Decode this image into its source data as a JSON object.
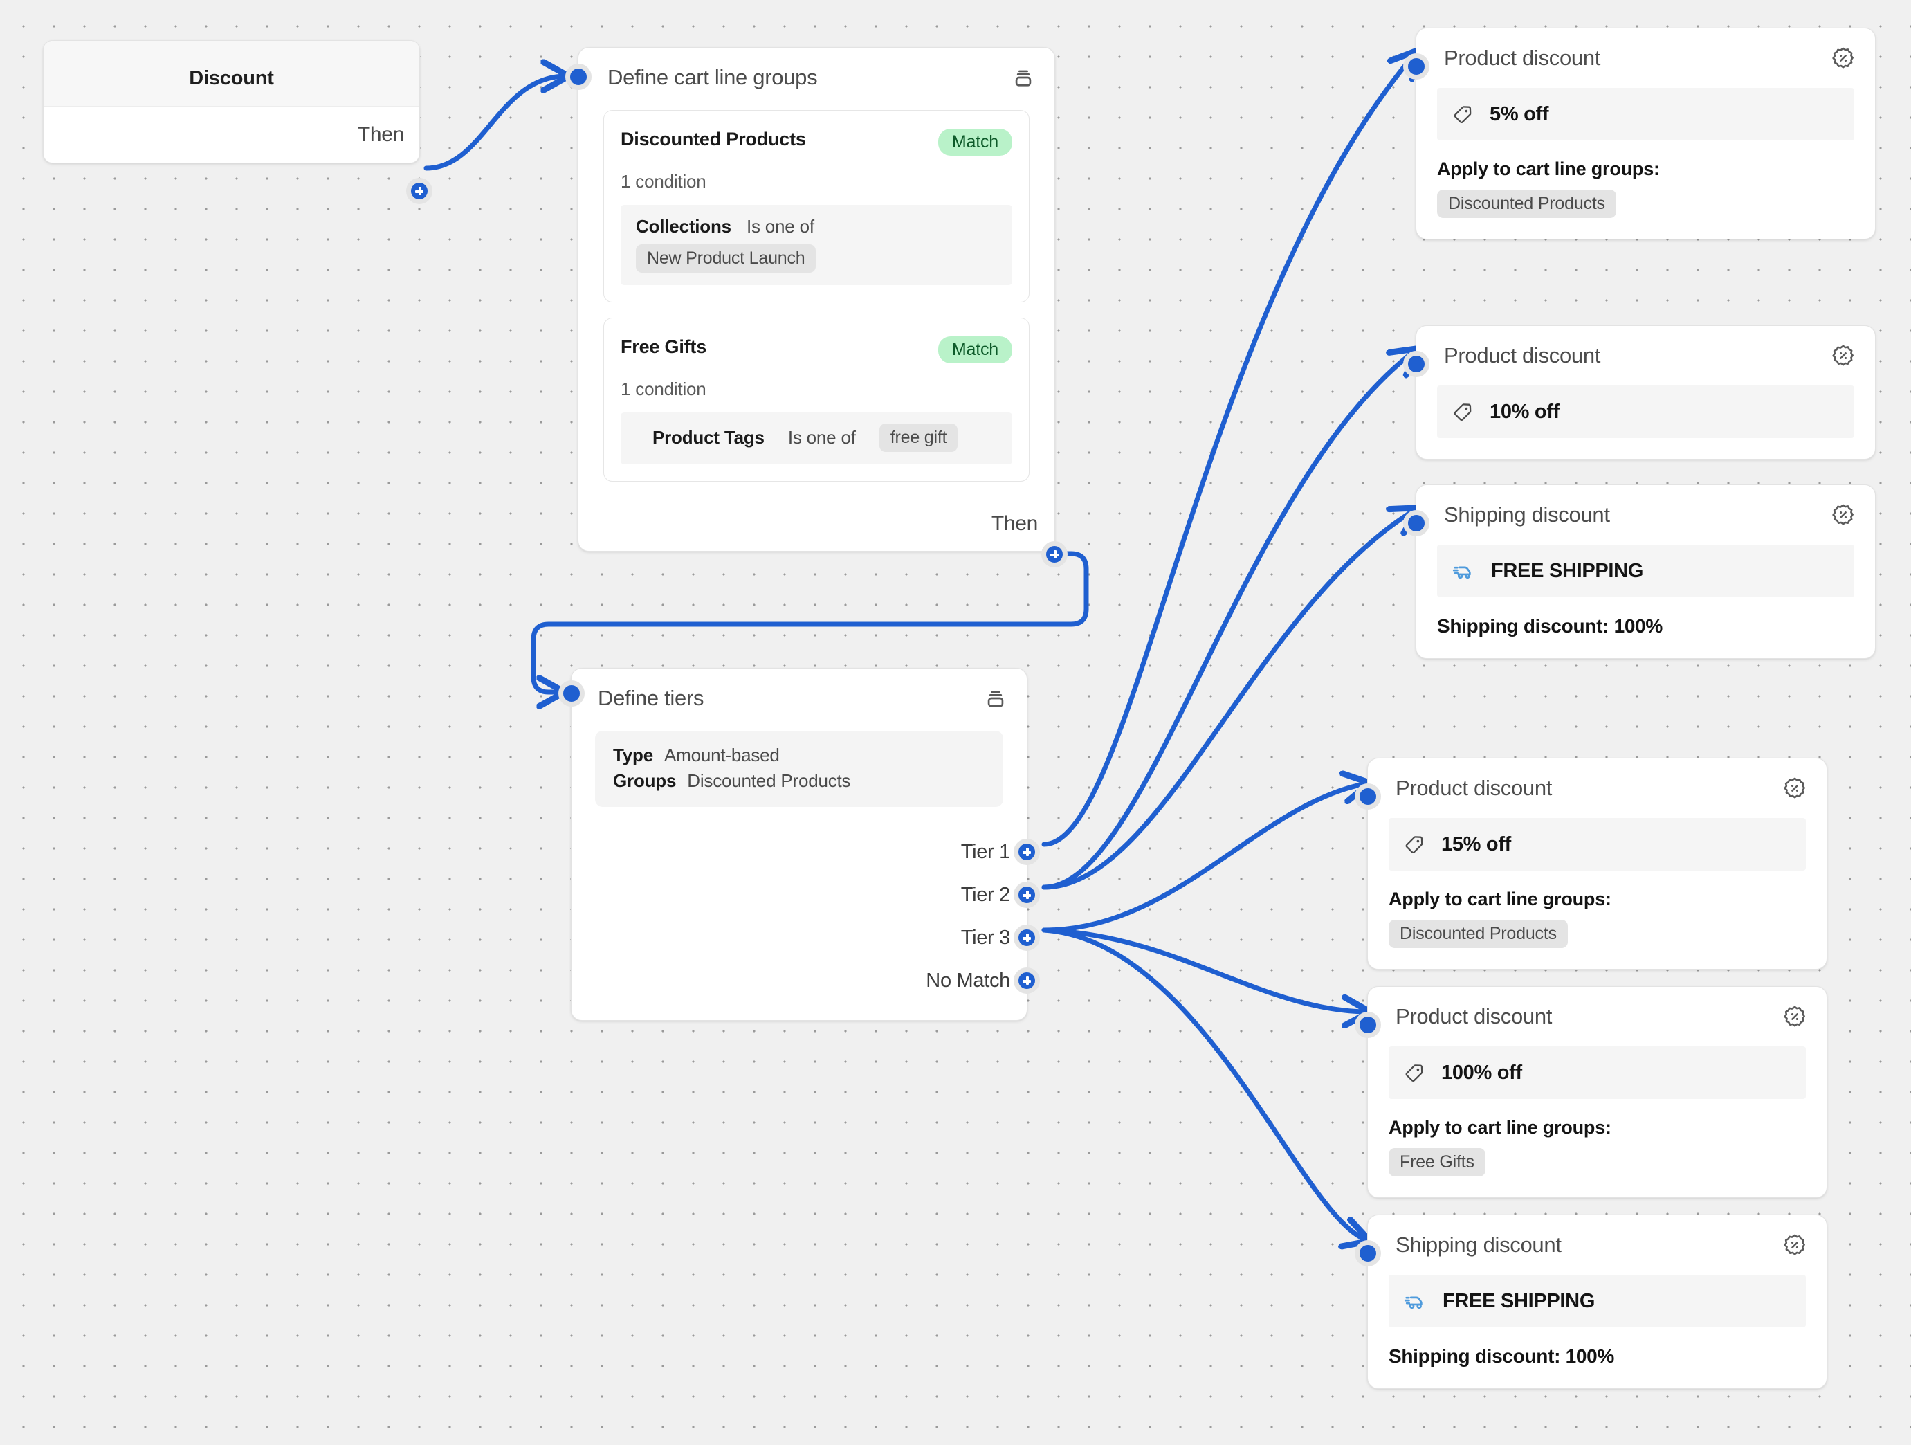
{
  "canvas": {
    "background_color": "#f0f0f0",
    "accent_color": "#1f5fd0",
    "dot_color": "#9a9a9a"
  },
  "start_node": {
    "title": "Discount",
    "output_label": "Then",
    "output_port_icon": "plus-icon"
  },
  "cart_line_groups_node": {
    "title": "Define cart line groups",
    "header_icon": "layers-stack-icon",
    "output_label": "Then",
    "groups": [
      {
        "name": "Discounted Products",
        "badge": "Match",
        "condition_count": "1 condition",
        "field": "Collections",
        "operator": "Is one of",
        "values": [
          "New Product Launch"
        ],
        "inline": false
      },
      {
        "name": "Free Gifts",
        "badge": "Match",
        "condition_count": "1 condition",
        "field": "Product Tags",
        "operator": "Is one of",
        "values": [
          "free gift"
        ],
        "inline": true
      }
    ]
  },
  "tiers_node": {
    "title": "Define tiers",
    "header_icon": "layers-stack-icon",
    "properties": [
      {
        "key": "Type",
        "value": "Amount-based"
      },
      {
        "key": "Groups",
        "value": "Discounted Products"
      }
    ],
    "outputs": [
      {
        "label": "Tier 1",
        "icon": "plus-icon"
      },
      {
        "label": "Tier 2",
        "icon": "plus-icon"
      },
      {
        "label": "Tier 3",
        "icon": "plus-icon"
      },
      {
        "label": "No Match",
        "icon": "plus-icon"
      }
    ]
  },
  "discount_cards": [
    {
      "id": "product-5",
      "title": "Product discount",
      "header_icon": "percent-badge-icon",
      "value_icon": "price-tag-icon",
      "value": "5% off",
      "apply_label": "Apply to cart line groups:",
      "apply_groups": [
        "Discounted Products"
      ],
      "shipping_line": null
    },
    {
      "id": "product-10",
      "title": "Product discount",
      "header_icon": "percent-badge-icon",
      "value_icon": "price-tag-icon",
      "value": "10% off",
      "apply_label": null,
      "apply_groups": [],
      "shipping_line": null
    },
    {
      "id": "shipping-top",
      "title": "Shipping discount",
      "header_icon": "percent-badge-icon",
      "value_icon": "delivery-truck-icon",
      "value": "FREE SHIPPING",
      "apply_label": null,
      "apply_groups": [],
      "shipping_line": "Shipping discount: 100%"
    },
    {
      "id": "product-15",
      "title": "Product discount",
      "header_icon": "percent-badge-icon",
      "value_icon": "price-tag-icon",
      "value": "15% off",
      "apply_label": "Apply to cart line groups:",
      "apply_groups": [
        "Discounted Products"
      ],
      "shipping_line": null
    },
    {
      "id": "product-100",
      "title": "Product discount",
      "header_icon": "percent-badge-icon",
      "value_icon": "price-tag-icon",
      "value": "100% off",
      "apply_label": "Apply to cart line groups:",
      "apply_groups": [
        "Free Gifts"
      ],
      "shipping_line": null
    },
    {
      "id": "shipping-bottom",
      "title": "Shipping discount",
      "header_icon": "percent-badge-icon",
      "value_icon": "delivery-truck-icon",
      "value": "FREE SHIPPING",
      "apply_label": null,
      "apply_groups": [],
      "shipping_line": "Shipping discount: 100%"
    }
  ],
  "connections": [
    {
      "from": "Discount / Then",
      "to": "Define cart line groups"
    },
    {
      "from": "Define cart line groups / Then",
      "to": "Define tiers"
    },
    {
      "from": "Tier 1",
      "to": "Product discount 5% off"
    },
    {
      "from": "Tier 2",
      "to": "Product discount 10% off"
    },
    {
      "from": "Tier 2",
      "to": "Shipping discount (top)"
    },
    {
      "from": "Tier 3",
      "to": "Product discount 15% off"
    },
    {
      "from": "Tier 3",
      "to": "Product discount 100% off"
    },
    {
      "from": "Tier 3",
      "to": "Shipping discount (bottom)"
    }
  ]
}
